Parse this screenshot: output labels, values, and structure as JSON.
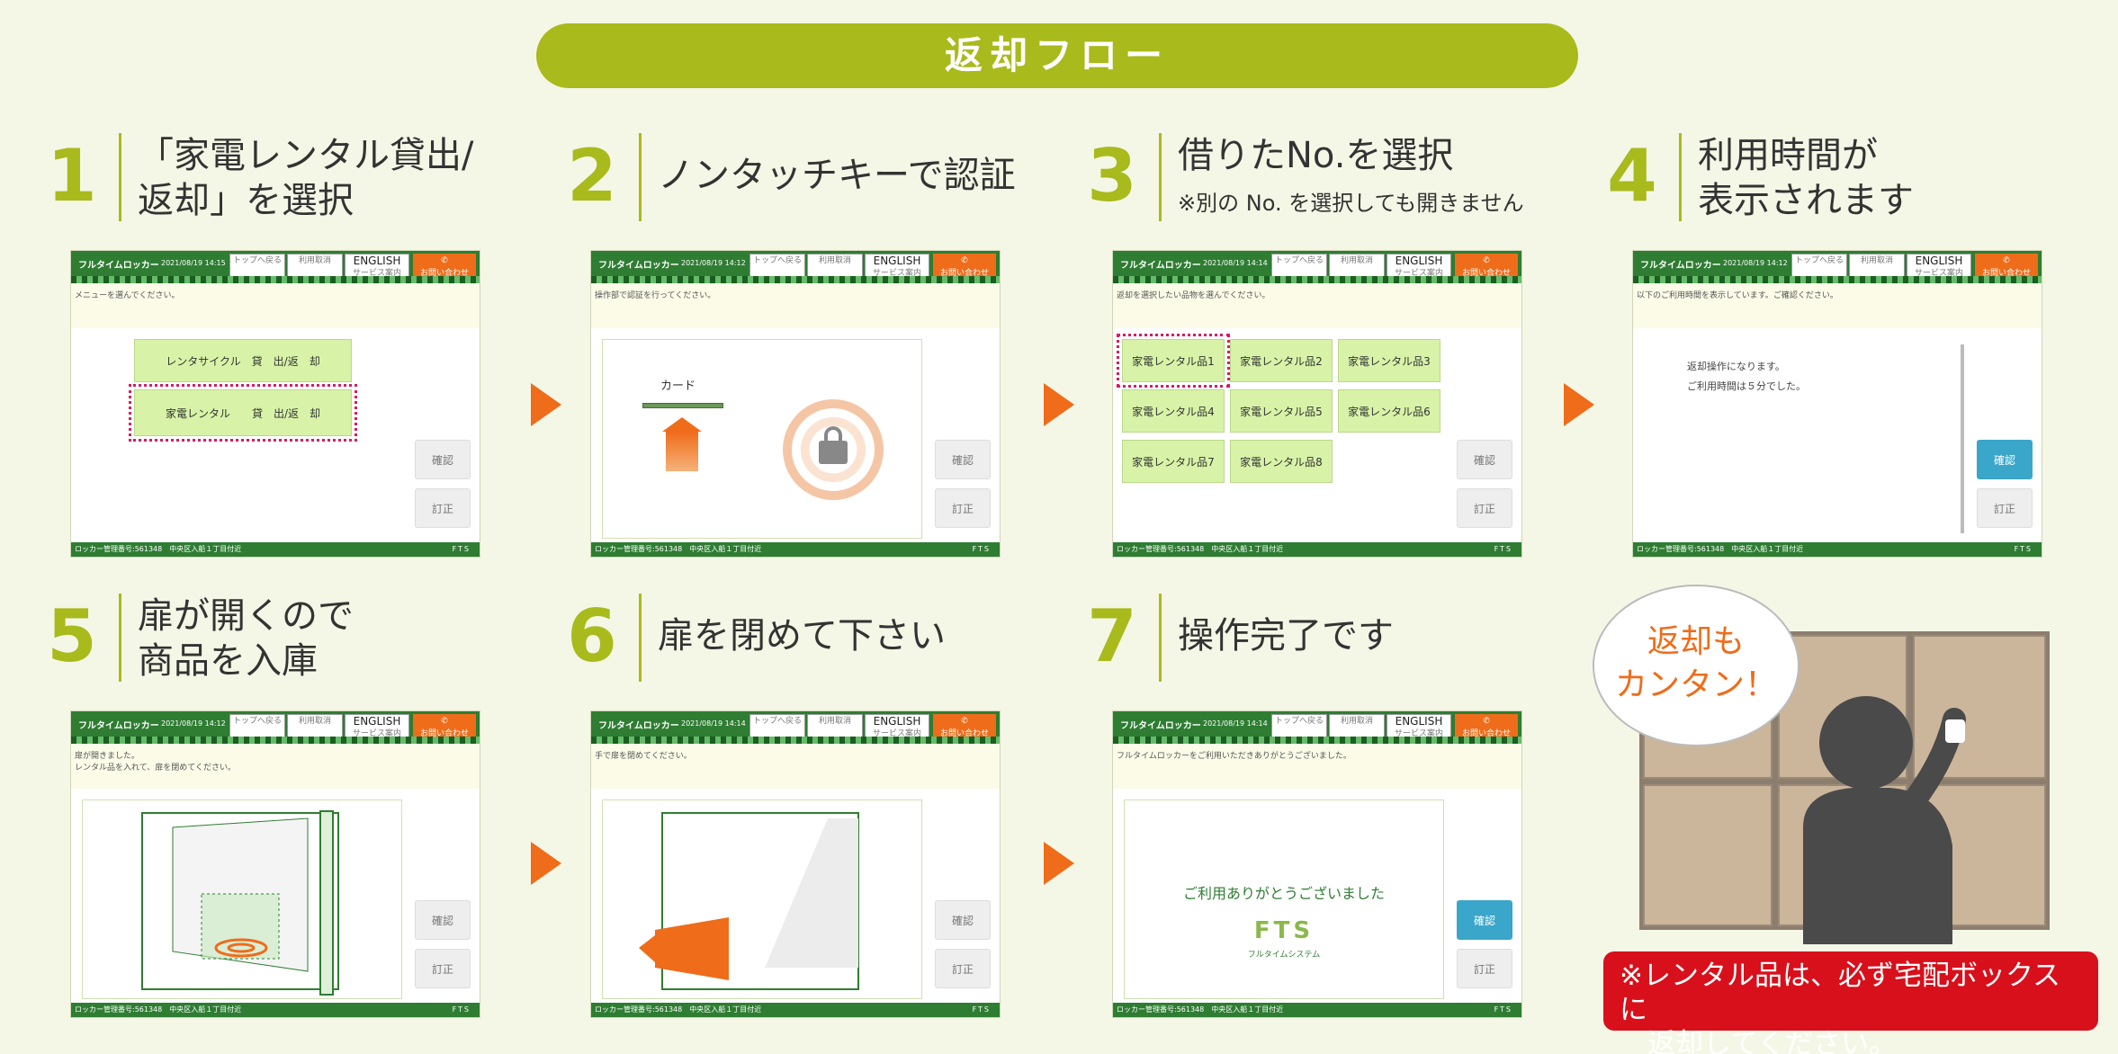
{
  "header": {
    "title": "返却フロー"
  },
  "screen": {
    "brand": "フルタイムロッカー",
    "dates": [
      "2021/08/19 14:15",
      "2021/08/19 14:12",
      "2021/08/19 14:14",
      "2021/08/19 14:12",
      "2021/08/19 14:12",
      "2021/08/19 14:14",
      "2021/08/19 14:14"
    ],
    "top_btn": "トップへ戻る",
    "cancel_btn": "利用取消",
    "english_btn": "ENGLISH",
    "english_sub": "サービス案内",
    "call_btn": "お問い合わせ",
    "confirm": "確認",
    "correct": "訂正",
    "footer": "ロッカー管理番号:561348　中央区入船１丁目付近"
  },
  "steps": [
    {
      "num": "1",
      "title": "「家電レンタル貸出/\n返却」を選択",
      "msg": "メニューを選んでください。",
      "buttons": [
        "レンタサイクル　貸　出/返　却",
        "家電レンタル　　貸　出/返　却"
      ]
    },
    {
      "num": "2",
      "title": "ノンタッチキーで認証",
      "msg": "操作部で認証を行ってください。",
      "card_label": "カード"
    },
    {
      "num": "3",
      "title": "借りたNo.を選択",
      "note": "※別の No. を選択しても開きません",
      "msg": "返却を選択したい品物を選んでください。",
      "items": [
        "家電レンタル品1",
        "家電レンタル品2",
        "家電レンタル品3",
        "家電レンタル品4",
        "家電レンタル品5",
        "家電レンタル品6",
        "家電レンタル品7",
        "家電レンタル品8"
      ]
    },
    {
      "num": "4",
      "title": "利用時間が\n表示されます",
      "msg": "以下のご利用時間を表示しています。ご確認ください。",
      "info": [
        "返却操作になります。",
        "ご利用時間は５分でした。"
      ]
    },
    {
      "num": "5",
      "title": "扉が開くので\n商品を入庫",
      "msg": "扉が開きました。\nレンタル品を入れて、扉を閉めてください。"
    },
    {
      "num": "6",
      "title": "扉を閉めて下さい",
      "msg": "手で扉を閉めてください。"
    },
    {
      "num": "7",
      "title": "操作完了です",
      "msg": "フルタイムロッカーをご利用いただきありがとうございました。",
      "thanks": "ご利用ありがとうございました",
      "logo": "FTS",
      "logo_sub": "フルタイムシステム"
    }
  ],
  "bubble": {
    "text": "返却も\nカンタン！"
  },
  "note": {
    "text": "※レンタル品は、必ず宅配ボックスに\n　返却してください。"
  },
  "colors": {
    "accent": "#a9ba1c",
    "orange": "#ef6c1a",
    "red": "#d8101b",
    "green": "#2e7d32"
  }
}
